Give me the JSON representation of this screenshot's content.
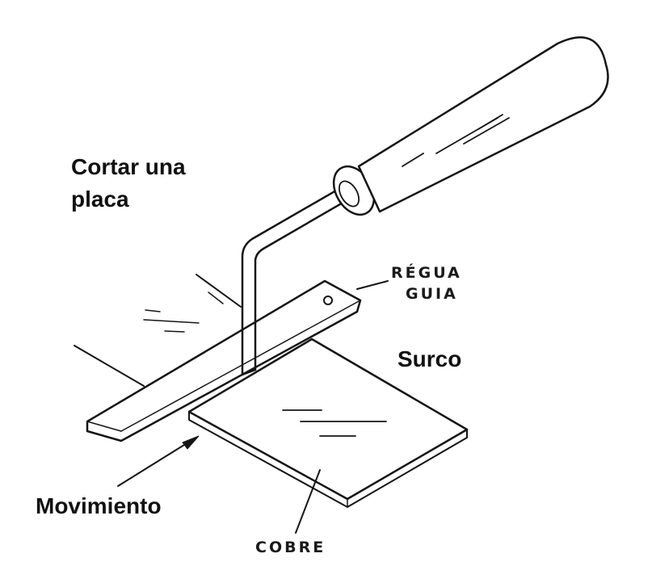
{
  "labels": {
    "title_line1": "Cortar una",
    "title_line2": "placa",
    "surco": "Surco",
    "movimiento": "Movimiento",
    "regua_line1": "RÉGUA",
    "regua_line2": "GUIA",
    "cobre": "COBRE"
  },
  "colors": {
    "ink": "#151515",
    "background": "#ffffff"
  }
}
